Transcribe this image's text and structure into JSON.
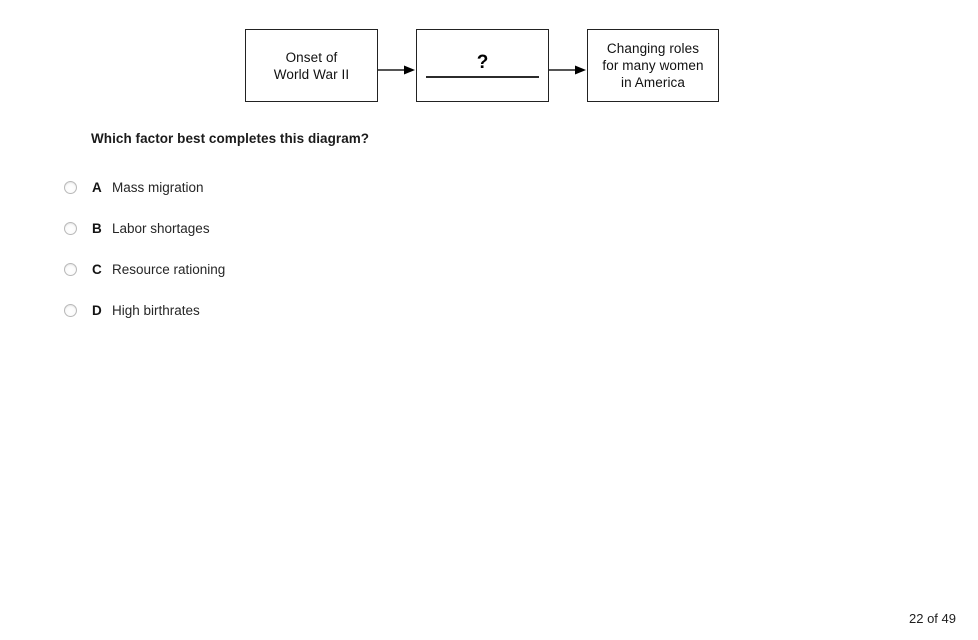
{
  "diagram": {
    "name": "cause-effect-flow-diagram",
    "boxes": [
      {
        "id": "box-1",
        "text": "Onset of\nWorld War II"
      },
      {
        "id": "box-2",
        "text": "?",
        "blank": true
      },
      {
        "id": "box-3",
        "text": "Changing roles\nfor many women\nin America"
      }
    ],
    "connectors": [
      {
        "id": "connector-1",
        "icon": "arrow-right-icon"
      },
      {
        "id": "connector-2",
        "icon": "arrow-right-icon"
      }
    ]
  },
  "question": {
    "stem": "Which factor best completes this diagram?"
  },
  "options": [
    {
      "letter": "A",
      "text": "Mass migration",
      "selected": false
    },
    {
      "letter": "B",
      "text": "Labor shortages",
      "selected": false
    },
    {
      "letter": "C",
      "text": "Resource rationing",
      "selected": false
    },
    {
      "letter": "D",
      "text": "High birthrates",
      "selected": false
    }
  ],
  "footer": {
    "page_indicator": "22 of 49"
  },
  "colors": {
    "page_background": "#ffffff",
    "box_border": "#222222",
    "text": "#1a1a1a",
    "radio_border": "#b9b9b9"
  }
}
